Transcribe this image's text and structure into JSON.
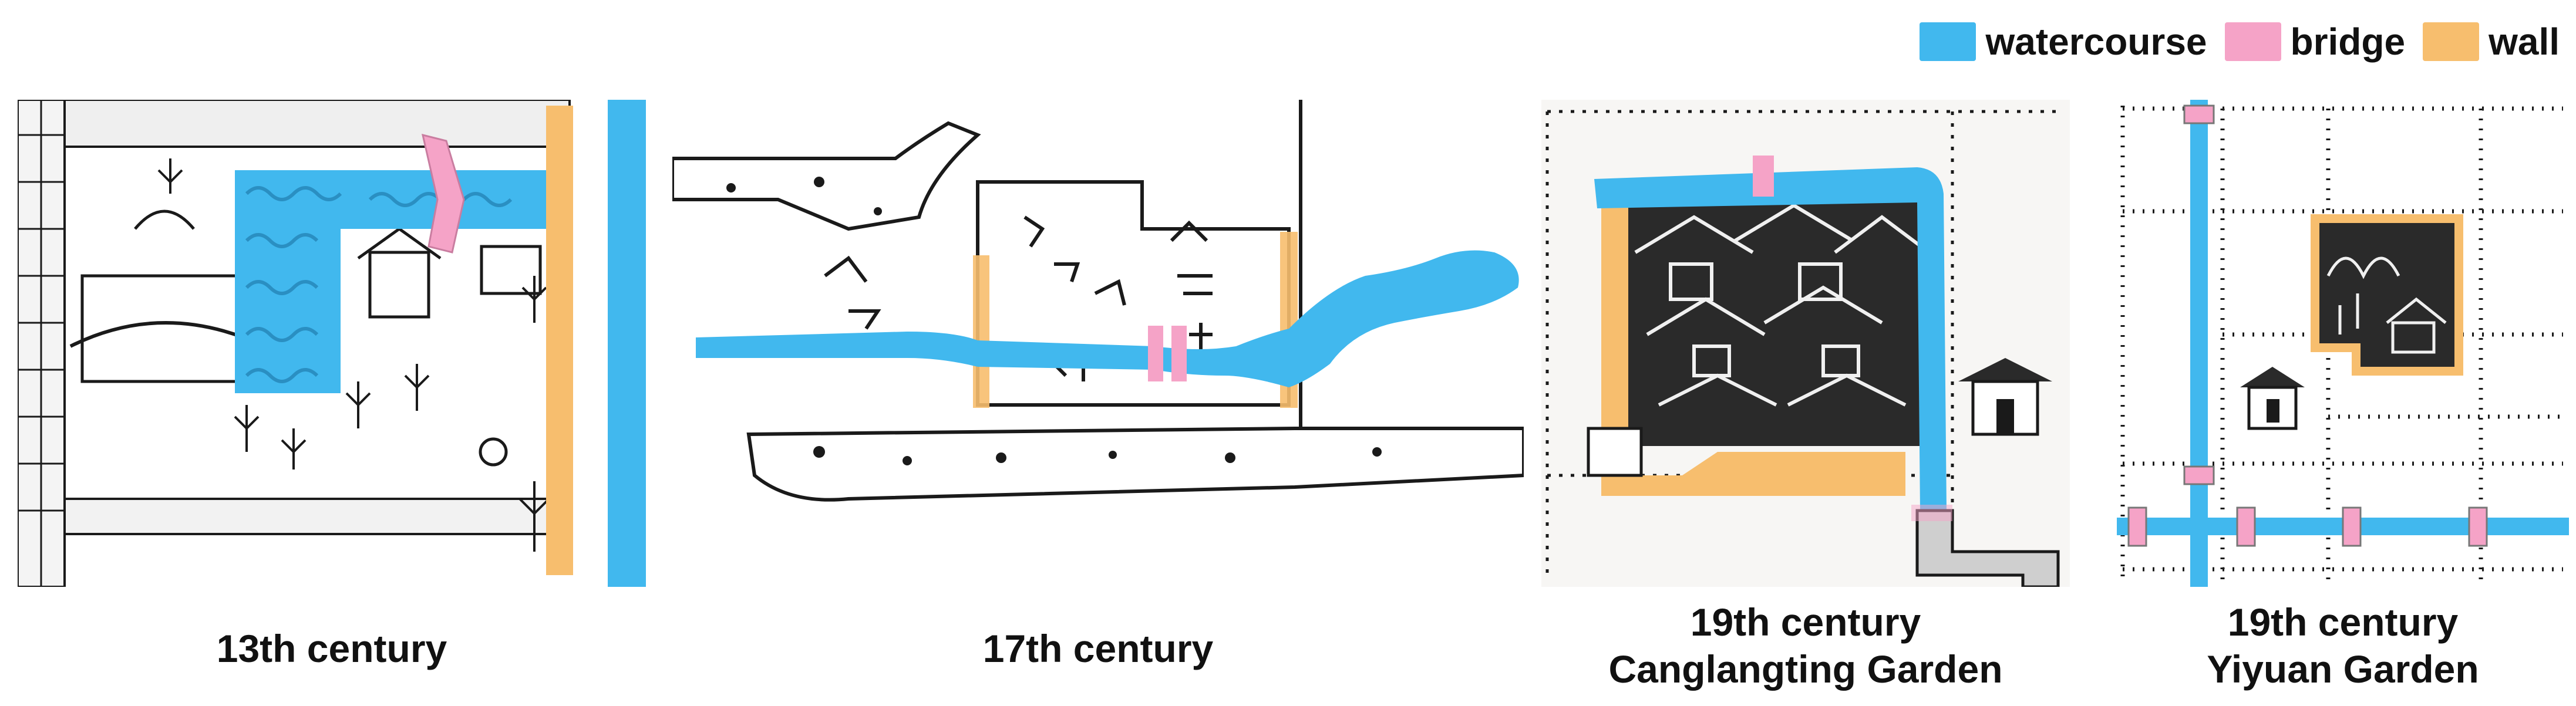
{
  "legend": [
    {
      "label": "watercourse",
      "color": "#41B8EE"
    },
    {
      "label": "bridge",
      "color": "#F5A3C7"
    },
    {
      "label": "wall",
      "color": "#F7BE6E"
    }
  ],
  "captions": {
    "p1": "13th century",
    "p2": "17th century",
    "p3_line1": "19th century",
    "p3_line2": "Canglangting Garden",
    "p4_line1": "19th century",
    "p4_line2": "Yiyuan Garden"
  },
  "colors": {
    "water": "#41B8EE",
    "bridge": "#F5A3C7",
    "wall": "#F7BE6E",
    "ink": "#1a1a1a"
  }
}
